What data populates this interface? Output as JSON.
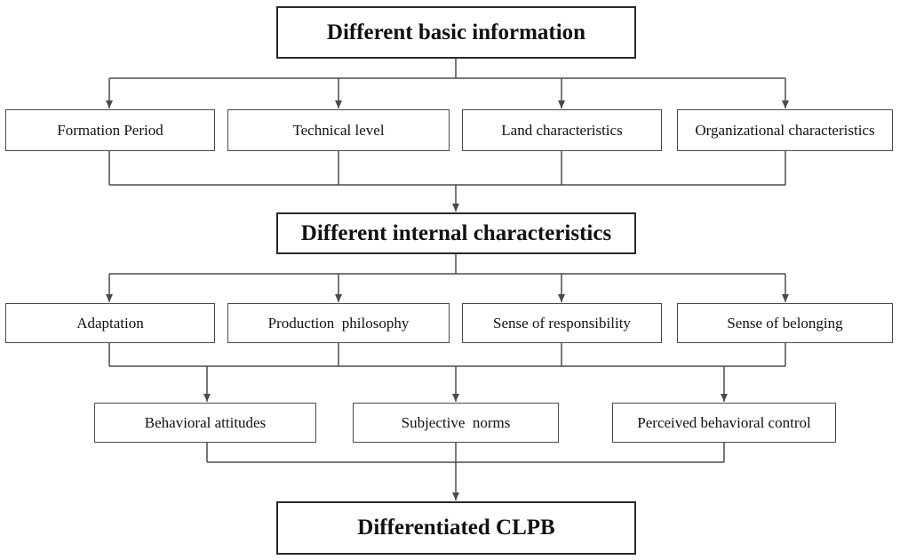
{
  "diagram": {
    "level1": {
      "label": "Different basic information"
    },
    "level2": {
      "items": [
        {
          "label": "Formation Period"
        },
        {
          "label": "Technical level"
        },
        {
          "label": "Land characteristics"
        },
        {
          "label": "Organizational characteristics"
        }
      ]
    },
    "level3": {
      "label": "Different internal characteristics"
    },
    "level4": {
      "items": [
        {
          "label": "Adaptation"
        },
        {
          "label": "Production  philosophy"
        },
        {
          "label": "Sense of responsibility"
        },
        {
          "label": "Sense of belonging"
        }
      ]
    },
    "level5": {
      "items": [
        {
          "label": "Behavioral attitudes"
        },
        {
          "label": "Subjective  norms"
        },
        {
          "label": "Perceived behavioral control"
        }
      ]
    },
    "level6": {
      "label": "Differentiated CLPB"
    },
    "colors": {
      "line": "#4a4a4a",
      "border": "#4a4a4a",
      "text": "#111111"
    }
  }
}
